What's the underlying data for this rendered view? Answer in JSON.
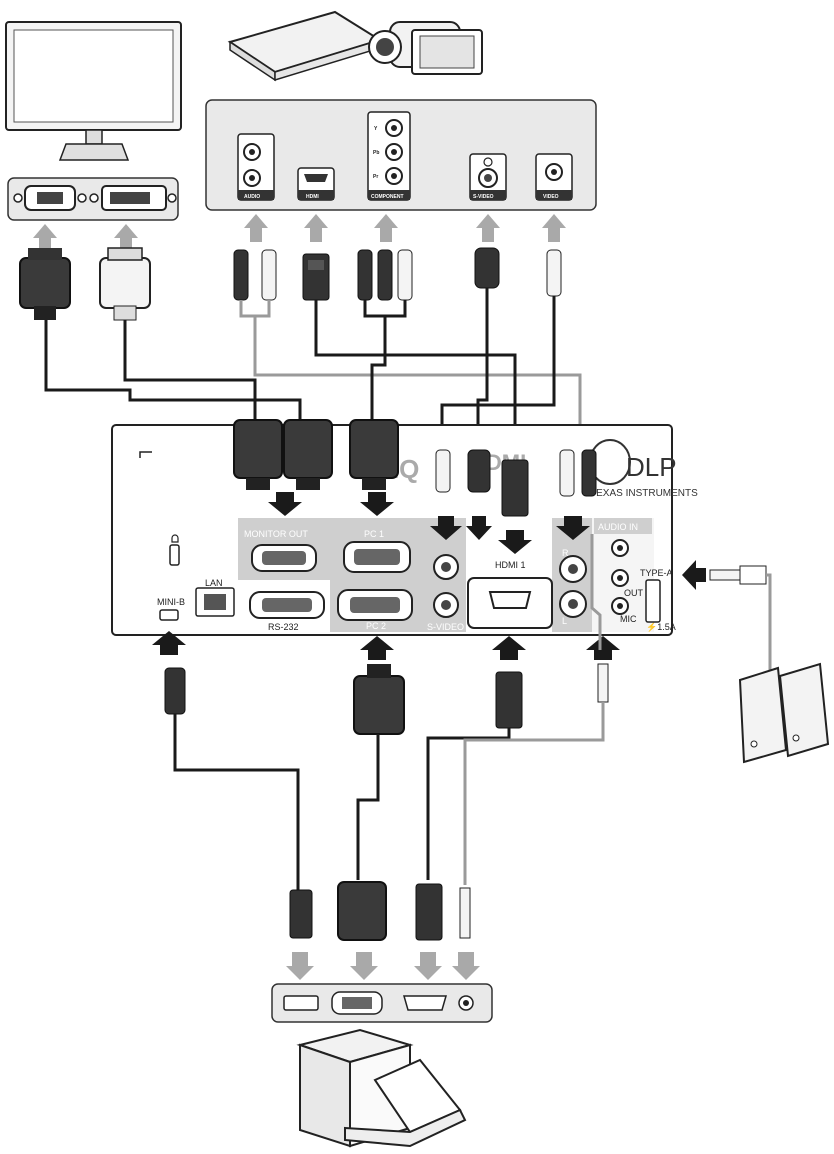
{
  "labels": {
    "monitor_out": "MONITOR OUT",
    "pc1": "PC 1",
    "pc2": "PC 2",
    "lan": "LAN",
    "mini_b": "MINI-B",
    "rs232": "RS-232",
    "s_video": "S-VIDEO",
    "hdmi1": "HDMI 1",
    "audio_in": "AUDIO IN",
    "out": "OUT",
    "mic": "MIC",
    "type_a": "TYPE-A",
    "usb_power": "⚡1.5A",
    "r": "R",
    "l": "L",
    "hdmi_logo": "HDMI",
    "dlp_logo": "DLP",
    "ti": "TEXAS INSTRUMENTS",
    "brand": "BenQ"
  },
  "av_labels": {
    "audio": "AUDIO",
    "hdmi": "HDMI",
    "component": "COMPONENT",
    "s_video": "S-VIDEO",
    "video": "VIDEO",
    "y": "Y",
    "pb": "Pb",
    "pr": "Pr"
  },
  "colors": {
    "dark_cable": "#1a1a1a",
    "light_cable": "#9a9a9a",
    "port_zone": "#cfcfcf"
  }
}
